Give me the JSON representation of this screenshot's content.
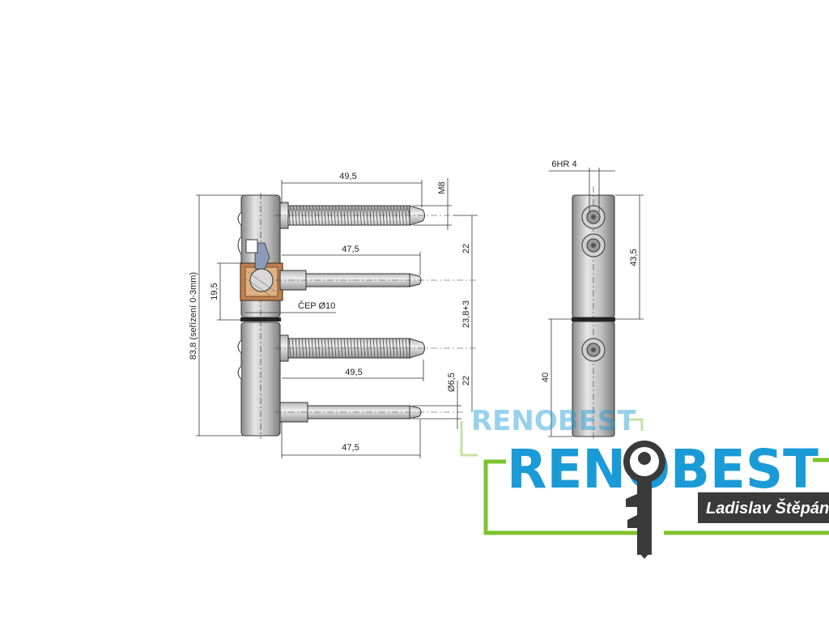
{
  "drawing": {
    "front_view": {
      "top_screw_length": "49,5",
      "top_thread_label": "M8",
      "top_pin_length": "47,5",
      "spacing_upper": "22",
      "pin_offset_label": "19,5",
      "pin_label": "ČEP Ø10",
      "spacing_middle": "23,8+3",
      "overall_height": "83,8 (seřízení 0-3mm)",
      "bottom_screw_length": "49,5",
      "bottom_pin_diameter": "Ø6,5",
      "spacing_lower": "22",
      "bottom_pin_length": "47,5"
    },
    "side_view": {
      "hex_label": "6HR 4",
      "upper_height": "43,5",
      "lower_height": "40"
    }
  },
  "watermark": {
    "brand_small": "RENOBEST",
    "brand_large": "RENOBEST",
    "owner_name": "Ladislav Štěpán",
    "colors": {
      "blue": "#1a9bd7",
      "green": "#7dc32d",
      "dark": "#3a3a3a"
    }
  }
}
